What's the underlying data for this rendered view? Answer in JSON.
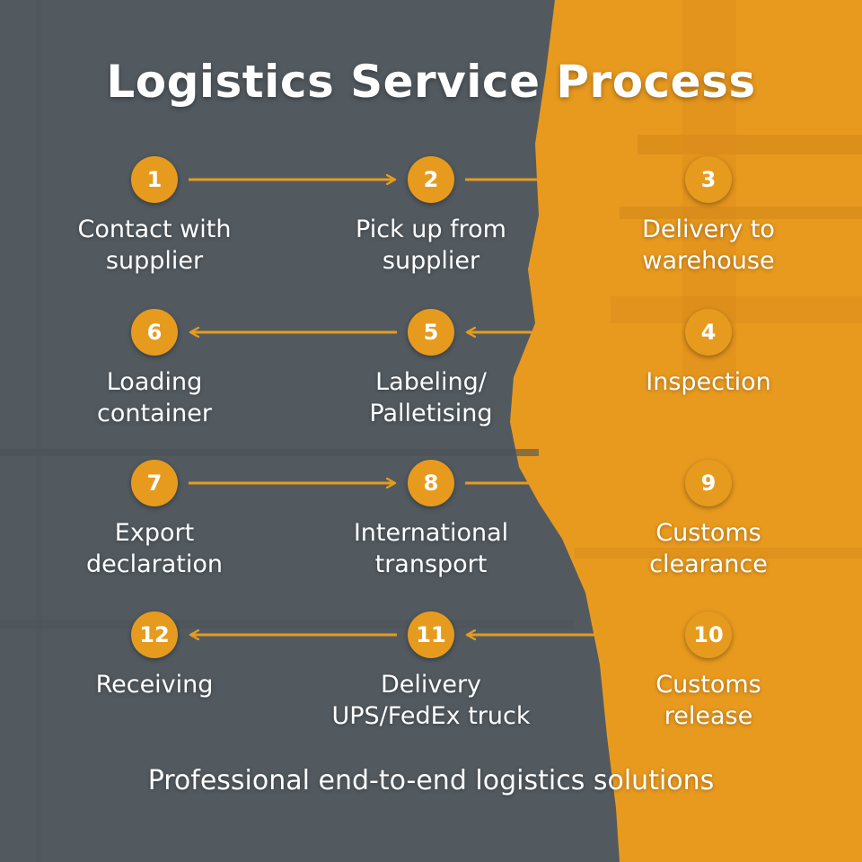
{
  "title": "Logistics Service Process",
  "tagline": "Professional end-to-end logistics solutions",
  "colors": {
    "background": "#525a60",
    "accent": "#e69b1e",
    "text": "#ffffff"
  },
  "steps": [
    {
      "number": "1",
      "line1": "Contact with",
      "line2": "supplier"
    },
    {
      "number": "2",
      "line1": "Pick up from",
      "line2": "supplier"
    },
    {
      "number": "3",
      "line1": "Delivery to",
      "line2": "warehouse"
    },
    {
      "number": "4",
      "line1": "Inspection",
      "line2": ""
    },
    {
      "number": "5",
      "line1": "Labeling/",
      "line2": "Palletising"
    },
    {
      "number": "6",
      "line1": "Loading",
      "line2": "container"
    },
    {
      "number": "7",
      "line1": "Export",
      "line2": "declaration"
    },
    {
      "number": "8",
      "line1": "International",
      "line2": "transport"
    },
    {
      "number": "9",
      "line1": "Customs",
      "line2": "clearance"
    },
    {
      "number": "10",
      "line1": "Customs",
      "line2": "release"
    },
    {
      "number": "11",
      "line1": "Delivery",
      "line2": "UPS/FedEx truck"
    },
    {
      "number": "12",
      "line1": "Receiving",
      "line2": ""
    }
  ]
}
